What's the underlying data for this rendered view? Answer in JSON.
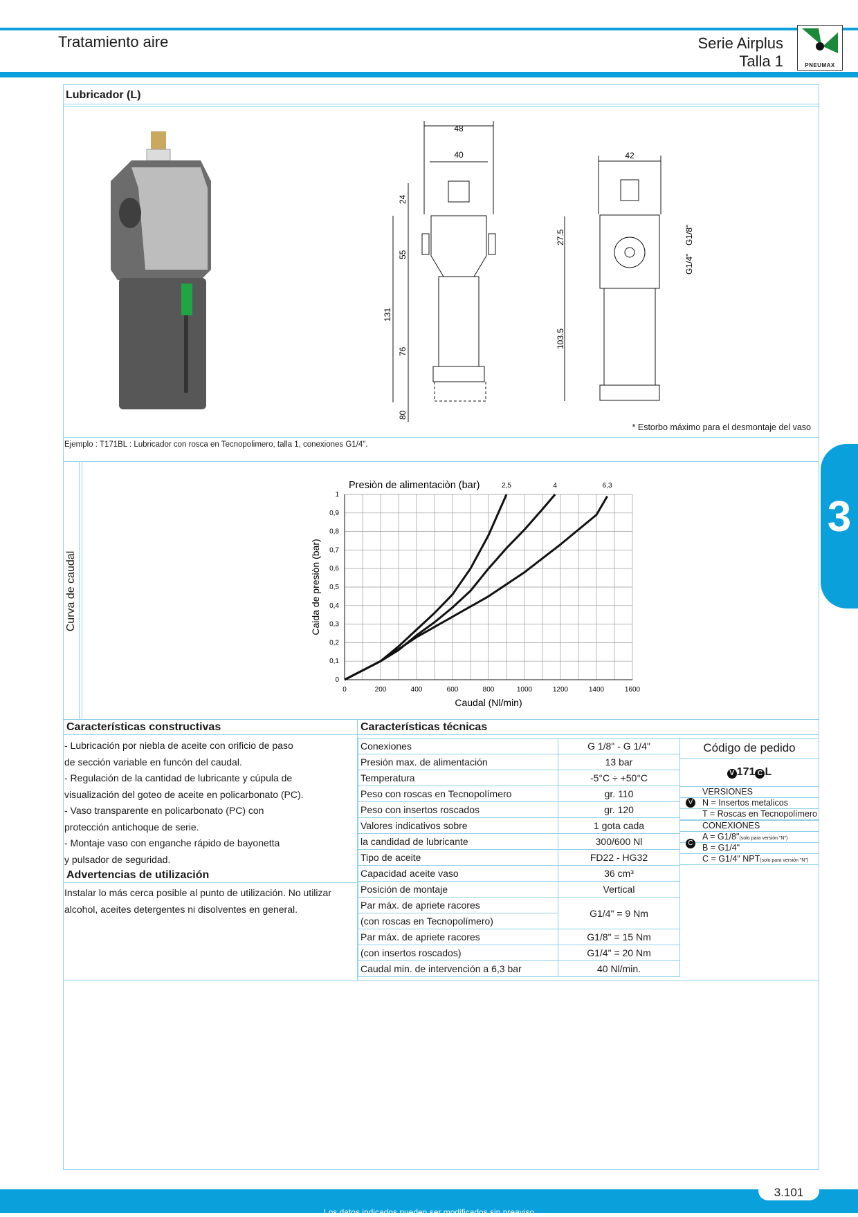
{
  "header": {
    "left_title": "Tratamiento aire",
    "series": "Serie Airplus",
    "size": "Talla 1",
    "logo_text": "PNEUMAX"
  },
  "section": {
    "title": "Lubricador (L)",
    "note": "* Estorbo máximo para el desmontaje del vaso",
    "example": "Ejemplo : T171BL : Lubricador con rosca en Tecnopolimero, talla 1, conexiones G1/4\"."
  },
  "drawing": {
    "front": {
      "width_outer": "48",
      "width_inner": "40",
      "dim_top": "24",
      "dim_body": "55",
      "dim_total": "131",
      "dim_bowl": "76",
      "dim_removal": "80"
    },
    "side": {
      "width": "42",
      "dim_top": "27.5",
      "dim_bowl": "103.5",
      "port_a": "G1/8\"",
      "port_b": "G1/4\""
    }
  },
  "side_tab": "3",
  "chart_section_label": "Curva de caudal",
  "chart_data": {
    "type": "line",
    "title": "Presiòn de alimentaciòn (bar)",
    "xlabel": "Caudal (Nl/min)",
    "ylabel": "Caida de presiòn (bar)",
    "xlim": [
      0,
      1600
    ],
    "ylim": [
      0,
      1
    ],
    "x_ticks": [
      "0",
      "200",
      "400",
      "600",
      "800",
      "1000",
      "1200",
      "1400",
      "1600"
    ],
    "y_ticks": [
      "0",
      "0,1",
      "0,2",
      "0,3",
      "0,4",
      "0,5",
      "0,6",
      "0,7",
      "0,8",
      "0,9",
      "1"
    ],
    "grid": true,
    "series": [
      {
        "name": "2,5",
        "x": [
          0,
          100,
          200,
          300,
          400,
          500,
          600,
          700,
          800,
          900
        ],
        "y": [
          0,
          0.05,
          0.1,
          0.18,
          0.27,
          0.36,
          0.46,
          0.6,
          0.78,
          1.0
        ]
      },
      {
        "name": "4",
        "x": [
          0,
          100,
          200,
          300,
          400,
          500,
          600,
          700,
          800,
          900,
          1000,
          1100,
          1170
        ],
        "y": [
          0,
          0.05,
          0.1,
          0.16,
          0.24,
          0.31,
          0.39,
          0.48,
          0.6,
          0.71,
          0.81,
          0.92,
          1.0
        ]
      },
      {
        "name": "6,3",
        "x": [
          0,
          200,
          400,
          600,
          800,
          1000,
          1200,
          1400,
          1460
        ],
        "y": [
          0,
          0.1,
          0.23,
          0.34,
          0.45,
          0.58,
          0.73,
          0.89,
          0.99
        ]
      }
    ]
  },
  "construction": {
    "title": "Características constructivas",
    "lines": [
      "- Lubricación por niebla de aceite con orificio de paso",
      "  de sección variable en funcón del caudal.",
      "- Regulación de la cantidad de lubricante y cúpula de",
      "  visualización del goteo de aceite en policarbonato (PC).",
      "- Vaso transparente en policarbonato (PC) con",
      "  protección antichoque de serie.",
      "- Montaje vaso con enganche rápido de bayonetta",
      "  y pulsador de seguridad."
    ]
  },
  "warnings": {
    "title": "Advertencias de utilización",
    "lines": [
      "Instalar lo más cerca posible al punto de utilización. No utilizar",
      "alcohol, aceites detergentes ni disolventes en general."
    ]
  },
  "technical": {
    "title": "Características técnicas",
    "rows": [
      {
        "label": "Conexiones",
        "value": "G 1/8\" - G 1/4\""
      },
      {
        "label": "Presión max. de alimentación",
        "value": "13 bar"
      },
      {
        "label": "Temperatura",
        "value": "-5°C ÷ +50°C"
      },
      {
        "label": "Peso con roscas en Tecnopolímero",
        "value": "gr. 110"
      },
      {
        "label": "Peso con insertos roscados",
        "value": "gr. 120"
      },
      {
        "label": "Valores indicativos sobre",
        "value": "1 gota cada"
      },
      {
        "label": "la candidad de lubricante",
        "value": "300/600 Nl"
      },
      {
        "label": "Tipo de aceite",
        "value": "FD22 - HG32"
      },
      {
        "label": "Capacidad aceite vaso",
        "value": "36 cm³"
      },
      {
        "label": "Posición de montaje",
        "value": "Vertical"
      }
    ],
    "torque_rows": [
      {
        "label1": "Par máx. de apriete racores",
        "label2": "(con roscas en Tecnopolímero)",
        "value": "G1/4\" = 9 Nm"
      },
      {
        "label1": "Par máx. de apriete racores",
        "label2": "(con insertos roscados)",
        "value1": "G1/8\" = 15 Nm",
        "value2": "G1/4\" = 20 Nm"
      }
    ],
    "min_flow": {
      "label": "Caudal min. de intervención a 6,3 bar",
      "value": "40 Nl/min."
    }
  },
  "order_code": {
    "title": "Código de pedido",
    "code_v": "V",
    "code_mid": "171",
    "code_c": "C",
    "code_end": "L",
    "versions_title": "VERSIONES",
    "versions": [
      "N = Insertos metalicos",
      "T = Roscas en Tecnopolímero"
    ],
    "connections_title": "CONEXIONES",
    "connections": [
      {
        "main": "A = G1/8\"",
        "note": "(solo para versión \"N\")"
      },
      {
        "main": "B = G1/4\"",
        "note": ""
      },
      {
        "main": "C = G1/4\" NPT",
        "note": "(solo para versión \"N\")"
      }
    ]
  },
  "footer": {
    "text": "Los datos indicados pueden ser modificados sin preaviso",
    "page": "3.101"
  }
}
